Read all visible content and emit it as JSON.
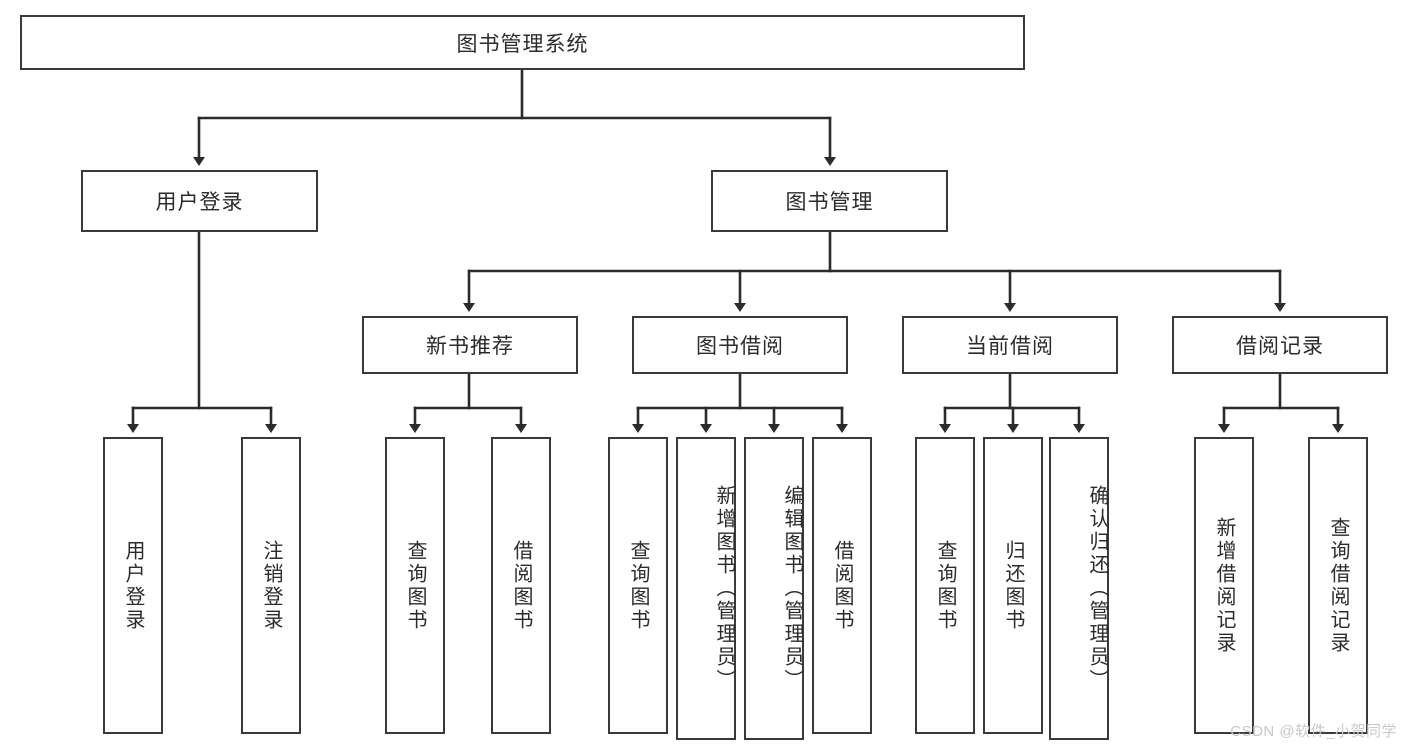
{
  "diagram": {
    "title": "图书管理系统",
    "type": "tree-hierarchy-diagram",
    "root": {
      "id": "root",
      "label": "图书管理系统"
    },
    "level2": [
      {
        "id": "user-login",
        "label": "用户登录"
      },
      {
        "id": "book-manage",
        "label": "图书管理"
      }
    ],
    "level3": [
      {
        "id": "new-book-rec",
        "label": "新书推荐"
      },
      {
        "id": "book-borrow",
        "label": "图书借阅"
      },
      {
        "id": "current-borrow",
        "label": "当前借阅"
      },
      {
        "id": "borrow-record",
        "label": "借阅记录"
      }
    ],
    "leaves": {
      "user_login": [
        {
          "id": "leaf-user-login",
          "label": "用户登录"
        },
        {
          "id": "leaf-logout",
          "label": "注销登录"
        }
      ],
      "new_book_rec": [
        {
          "id": "leaf-query-book-1",
          "label": "查询图书"
        },
        {
          "id": "leaf-borrow-book-1",
          "label": "借阅图书"
        }
      ],
      "book_borrow": [
        {
          "id": "leaf-query-book-2",
          "label": "查询图书"
        },
        {
          "id": "leaf-add-book",
          "label": "新增图书（管理员）"
        },
        {
          "id": "leaf-edit-book",
          "label": "编辑图书（管理员）"
        },
        {
          "id": "leaf-borrow-book-2",
          "label": "借阅图书"
        }
      ],
      "current_borrow": [
        {
          "id": "leaf-query-book-3",
          "label": "查询图书"
        },
        {
          "id": "leaf-return-book",
          "label": "归还图书"
        },
        {
          "id": "leaf-confirm-return",
          "label": "确认归还（管理员）"
        }
      ],
      "borrow_record": [
        {
          "id": "leaf-add-record",
          "label": "新增借阅记录"
        },
        {
          "id": "leaf-query-record",
          "label": "查询借阅记录"
        }
      ]
    }
  },
  "watermark": {
    "text": "CSDN @软件_小贺同学"
  },
  "colors": {
    "border": "#3a3a3a",
    "connector": "#2b2b2b",
    "text": "#2b2b2b",
    "background": "#ffffff",
    "watermark": "#c9c9c9"
  }
}
